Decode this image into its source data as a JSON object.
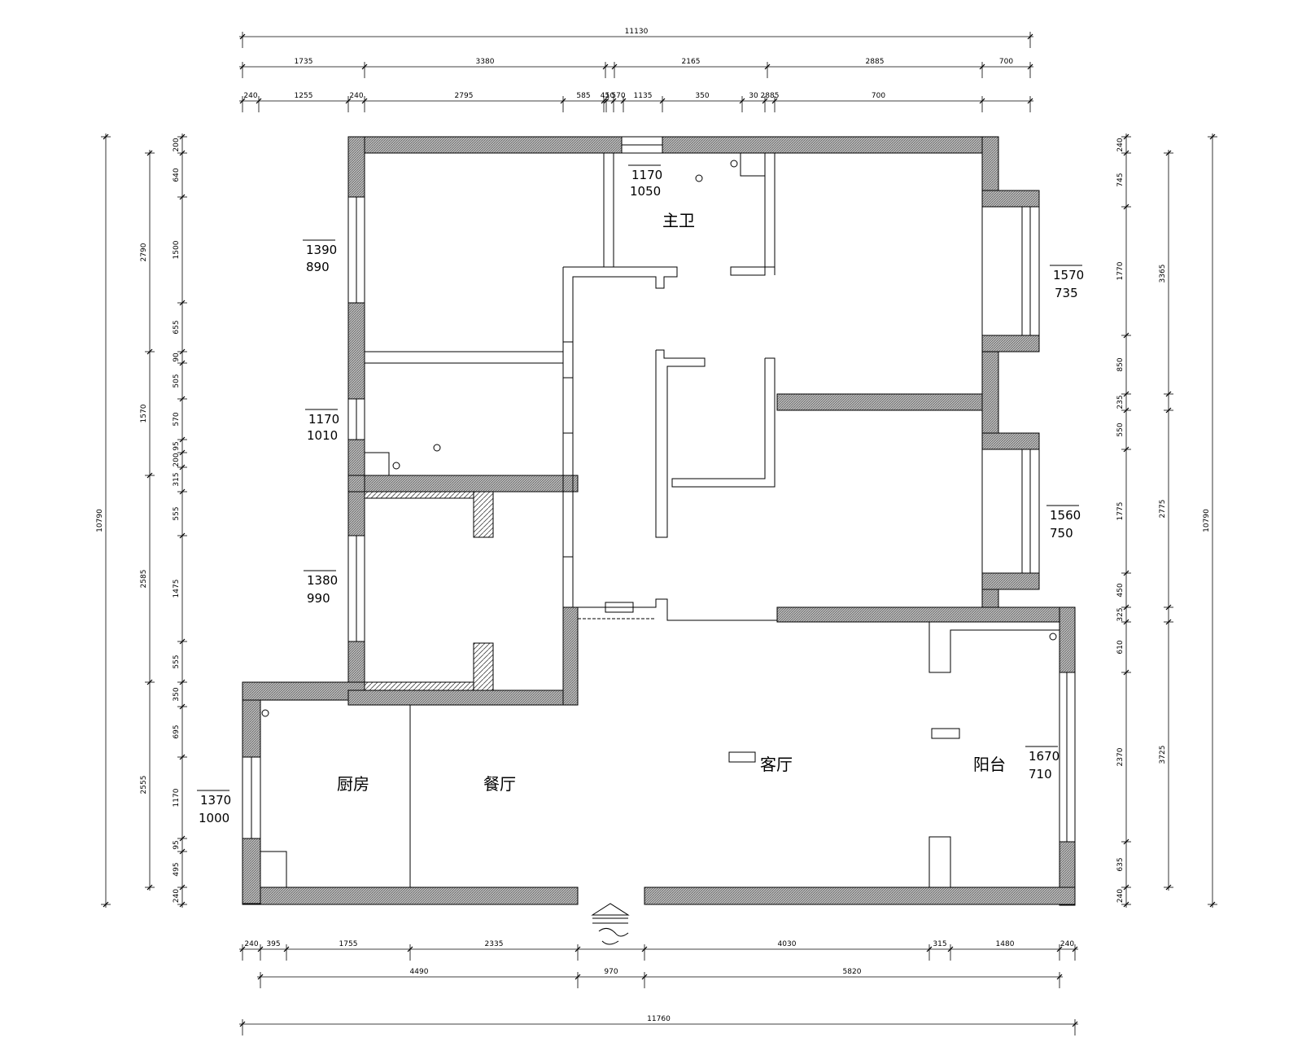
{
  "rooms": {
    "master_bath": "主卫",
    "kitchen": "厨房",
    "dining": "餐厅",
    "living": "客厅",
    "balcony": "阳台"
  },
  "windows": [
    {
      "top": "1170",
      "bottom": "1050"
    },
    {
      "top": "1390",
      "bottom": "890"
    },
    {
      "top": "1170",
      "bottom": "1010"
    },
    {
      "top": "1380",
      "bottom": "990"
    },
    {
      "top": "1370",
      "bottom": "1000"
    },
    {
      "top": "1570",
      "bottom": "735"
    },
    {
      "top": "1560",
      "bottom": "750"
    },
    {
      "top": "1670",
      "bottom": "710"
    }
  ],
  "dims": {
    "top_total": "11130",
    "top_mid": [
      "1735",
      "3380",
      "2165",
      "2885",
      "700"
    ],
    "top_detail": [
      "240",
      "1255",
      "240",
      "2795",
      "585",
      "45",
      "10",
      "570",
      "1135",
      "350",
      "30",
      "2885",
      "700"
    ],
    "bottom_detail": [
      "240",
      "395",
      "1755",
      "2335",
      "4030",
      "315",
      "1480",
      "240"
    ],
    "bottom_mid": [
      "4490",
      "970",
      "5820"
    ],
    "bottom_total": "11760",
    "left_total": "10790",
    "left_mid": [
      "2790",
      "1570",
      "2585",
      "2555"
    ],
    "left_detail": [
      "200",
      "640",
      "1500",
      "655",
      "90",
      "505",
      "570",
      "95",
      "200",
      "315",
      "555",
      "1475",
      "555",
      "350",
      "695",
      "1170",
      "95",
      "495",
      "240"
    ],
    "right_total": "10790",
    "right_mid": [
      "3365",
      "2775",
      "3725"
    ],
    "right_detail": [
      "240",
      "745",
      "1770",
      "850",
      "235",
      "550",
      "1775",
      "450",
      "325",
      "610",
      "2370",
      "635",
      "240"
    ]
  }
}
